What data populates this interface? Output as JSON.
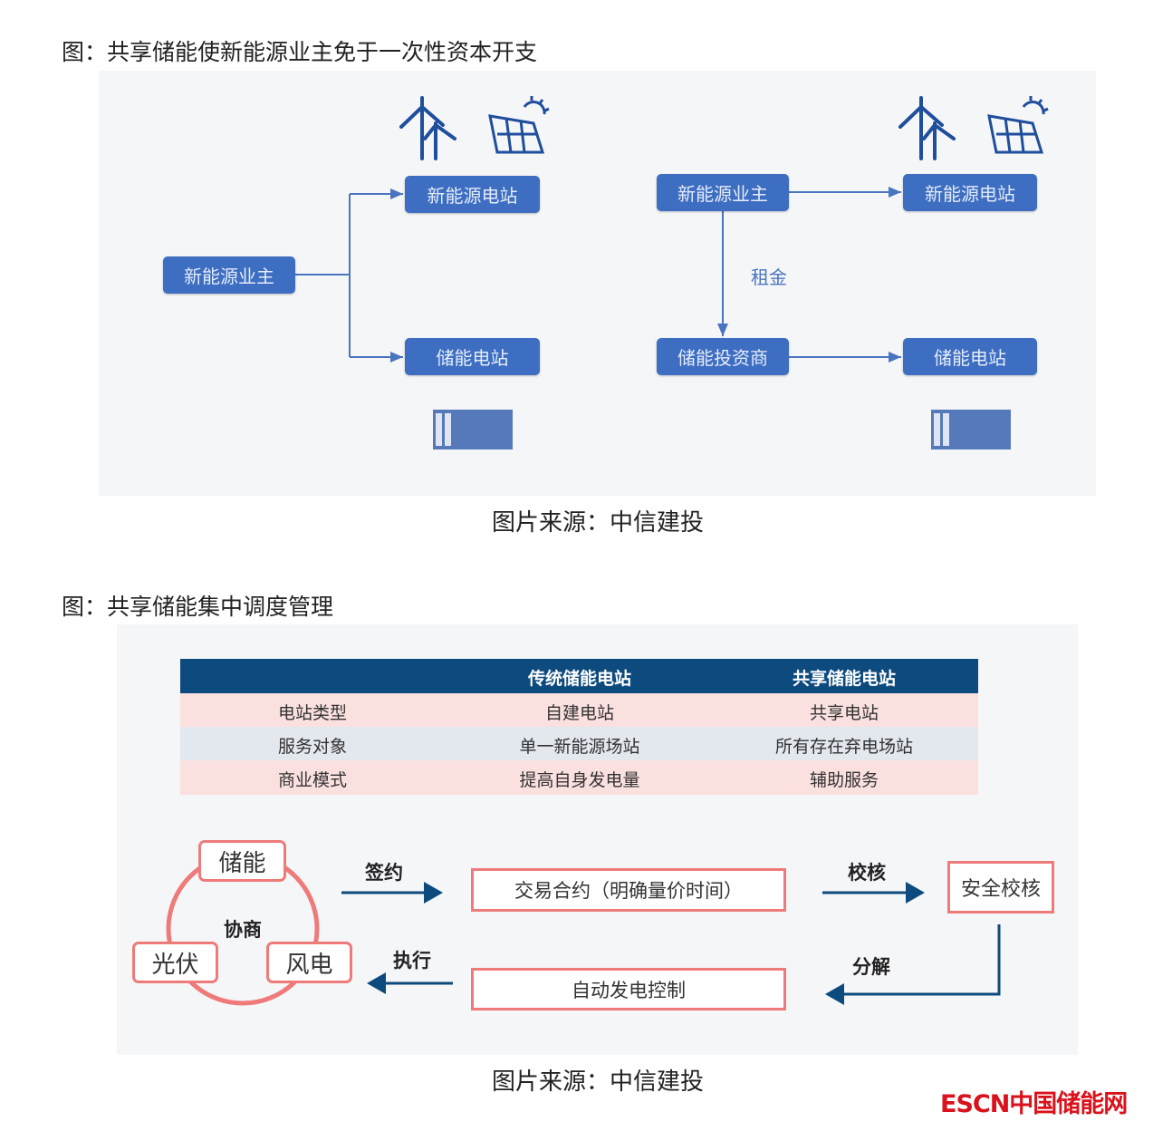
{
  "figure1": {
    "title": "图：共享储能使新能源业主免于一次性资本开支",
    "left": {
      "owner": "新能源业主",
      "station": "新能源电站",
      "storage": "储能电站"
    },
    "right": {
      "owner": "新能源业主",
      "station": "新能源电站",
      "investor": "储能投资商",
      "storage": "储能电站",
      "rent": "租金"
    },
    "caption": "图片来源：中信建投"
  },
  "figure2": {
    "title": "图：共享储能集中调度管理",
    "table": {
      "headers": [
        "",
        "传统储能电站",
        "共享储能电站"
      ],
      "rows": [
        [
          "电站类型",
          "自建电站",
          "共享电站"
        ],
        [
          "服务对象",
          "单一新能源场站",
          "所有存在弃电场站"
        ],
        [
          "商业模式",
          "提高自身发电量",
          "辅助服务"
        ]
      ]
    },
    "flow": {
      "storage": "储能",
      "pv": "光伏",
      "wind": "风电",
      "negotiate": "协商",
      "sign": "签约",
      "contract": "交易合约（明确量价时间）",
      "verify": "校核",
      "safety": "安全校核",
      "decompose": "分解",
      "agc": "自动发电控制",
      "execute": "执行"
    },
    "caption": "图片来源：中信建投"
  },
  "logo": {
    "text": "ESCN中国储能网",
    "color": "#d9121b"
  },
  "colors": {
    "box_blue": "#3e6ec2",
    "header_navy": "#0d4a7d",
    "pink": "#fbe0e0",
    "gray_row": "#e3e7ee",
    "red_border": "#ef7a7a"
  }
}
